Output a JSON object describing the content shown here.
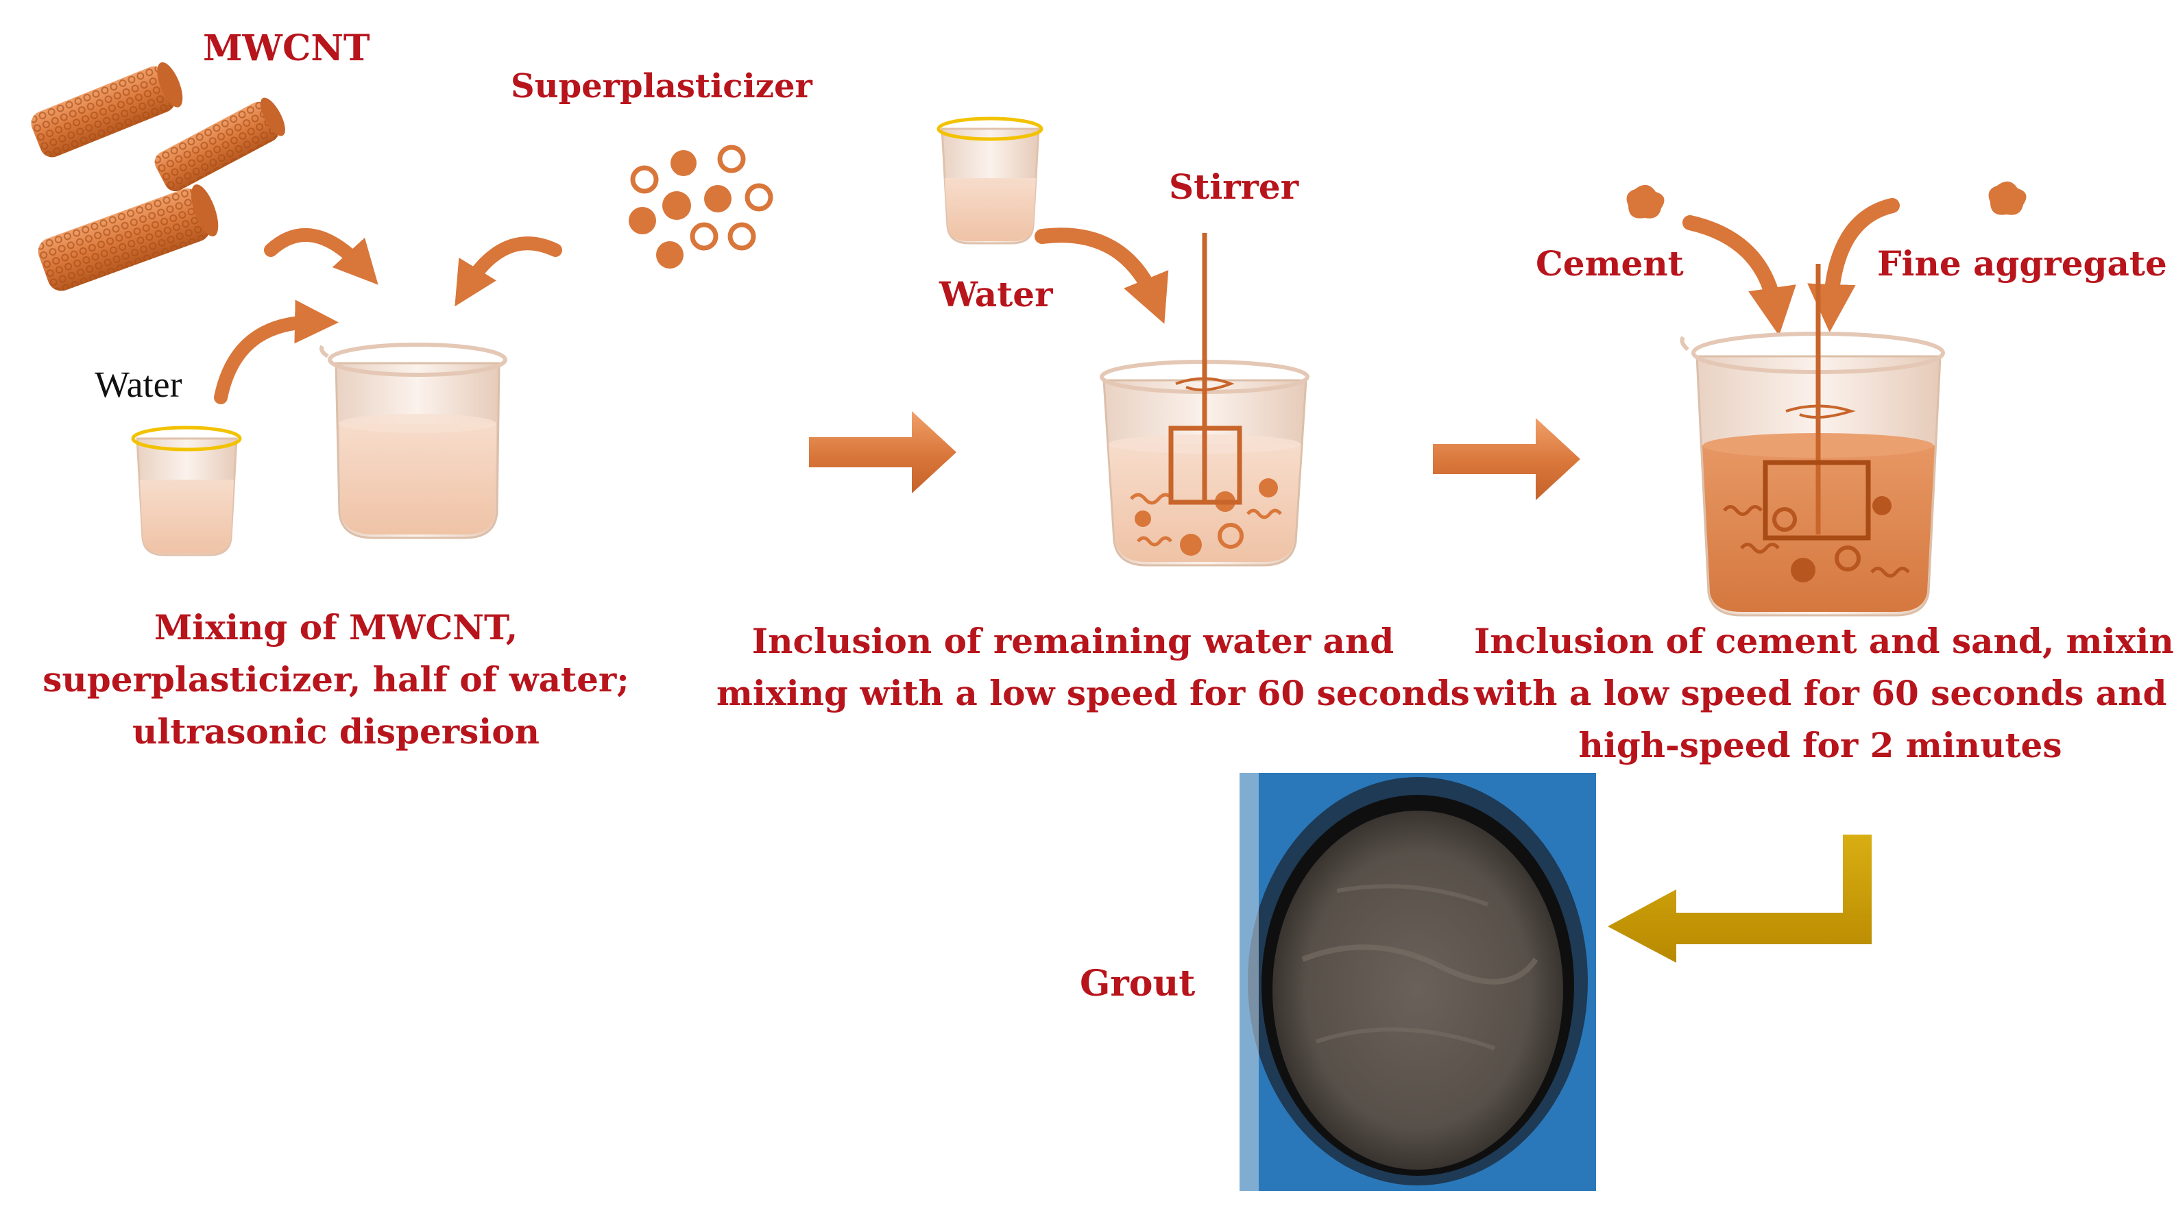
{
  "labels": {
    "mwcnt": "MWCNT",
    "superplasticizer": "Superplasticizer",
    "water_step1": "Water",
    "water_step2": "Water",
    "stirrer": "Stirrer",
    "cement": "Cement",
    "fine_aggregate": "Fine aggregate",
    "grout": "Grout"
  },
  "captions": {
    "step1": [
      "Mixing of MWCNT,",
      "superplasticizer, half of water;",
      "ultrasonic dispersion"
    ],
    "step2": [
      "Inclusion of remaining water and",
      "mixing with a low speed for 60 seconds"
    ],
    "step3": [
      "Inclusion of cement and sand, mixing",
      "with a low speed for 60 seconds and",
      "high-speed for 2 minutes"
    ]
  },
  "colors": {
    "label_red": "#b8141c",
    "label_black": "#111111",
    "accent_orange": "#d9763a",
    "liquid_light": "#f2cbb3",
    "mixture": "#dd8a55",
    "beaker_rim": "#f2c200",
    "return_arrow": "#c79a00",
    "grout_blue": "#2e7fc4",
    "grout_gray": "#5d554d"
  },
  "icons": {
    "nanotube": "nanotube-icon",
    "particle": "particle-icon",
    "beaker": "beaker-icon",
    "stirrer": "stirrer-icon",
    "curved_arrow": "curved-arrow-icon",
    "flow_arrow": "flow-arrow-icon"
  }
}
